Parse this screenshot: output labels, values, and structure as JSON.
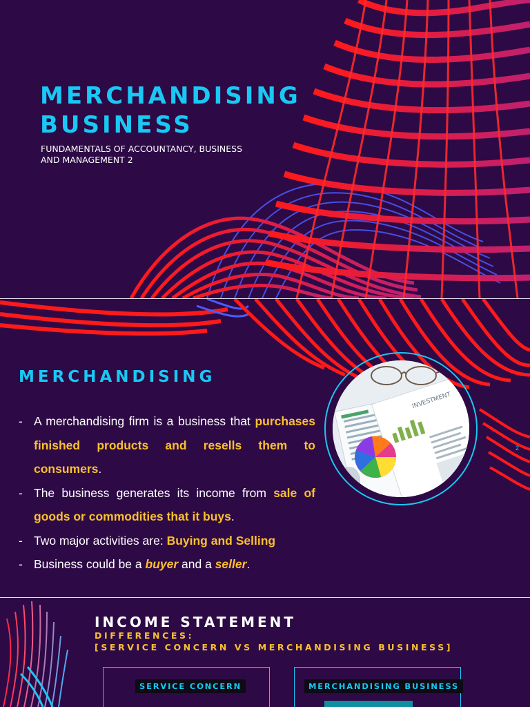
{
  "slide1": {
    "title_line1": "MERCHANDISING",
    "title_line2": "BUSINESS",
    "subtitle": "FUNDAMENTALS OF ACCOUNTANCY, BUSINESS AND MANAGEMENT 2"
  },
  "slide2": {
    "title": "MERCHANDISING",
    "bullet_dash": "-",
    "bullet1": {
      "text1": "A merchandising firm is a business that ",
      "highlight1": "purchases finished products and resells them to consumers",
      "text2": "."
    },
    "bullet2": {
      "text1": "The business generates its income from ",
      "highlight1": "sale of goods or commodities that it buys",
      "text2": "."
    },
    "bullet3": {
      "text1": "Two major activities are: ",
      "highlight1": "Buying and Selling"
    },
    "bullet4": {
      "text1": "Business could be a ",
      "highlight1": "buyer",
      "text2": " and a ",
      "highlight2": "seller",
      "text3": "."
    },
    "photo_label": "INVESTMENT",
    "page_number": "2"
  },
  "slide3": {
    "title": "INCOME STATEMENT",
    "subtitle_line1": "DIFFERENCES:",
    "subtitle_line2": "[SERVICE CONCERN VS MERCHANDISING BUSINESS]",
    "box1_label": "SERVICE CONCERN",
    "box2_label": "MERCHANDISING BUSINESS"
  },
  "colors": {
    "background": "#2d0a45",
    "title_cyan": "#19c8f4",
    "highlight_yellow": "#fbc02d",
    "ribbon_red": "#ff1a1a",
    "ribbon_blue": "#4a5cff"
  }
}
